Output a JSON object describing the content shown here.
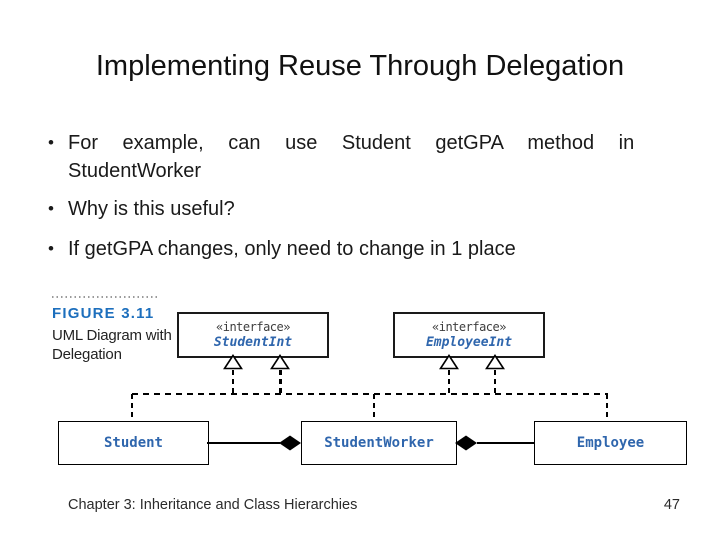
{
  "slide": {
    "title": "Implementing Reuse Through Delegation",
    "bullets": [
      {
        "lines": [
          "For example, can use Student getGPA method in",
          "StudentWorker"
        ]
      },
      {
        "lines": [
          "Why is this useful?"
        ]
      },
      {
        "lines": [
          "If getGPA changes, only need to change in 1 place"
        ]
      }
    ],
    "bullet_marker": "•",
    "footer": {
      "left": "Chapter 3: Inheritance and Class Hierarchies",
      "page": "47"
    }
  },
  "figure": {
    "label": "FIGURE 3.11",
    "caption_line1": "UML Diagram with",
    "caption_line2": "Delegation"
  },
  "diagram": {
    "interfaces": [
      {
        "stereotype": "«interface»",
        "name": "StudentInt"
      },
      {
        "stereotype": "«interface»",
        "name": "EmployeeInt"
      }
    ],
    "classes": [
      {
        "name": "Student"
      },
      {
        "name": "StudentWorker"
      },
      {
        "name": "Employee"
      }
    ]
  },
  "colors": {
    "figure_label": "#1d6fbd",
    "uml_name": "#2f66ad",
    "stereotype_text": "#3d3d3d",
    "line_color": "#000000"
  }
}
